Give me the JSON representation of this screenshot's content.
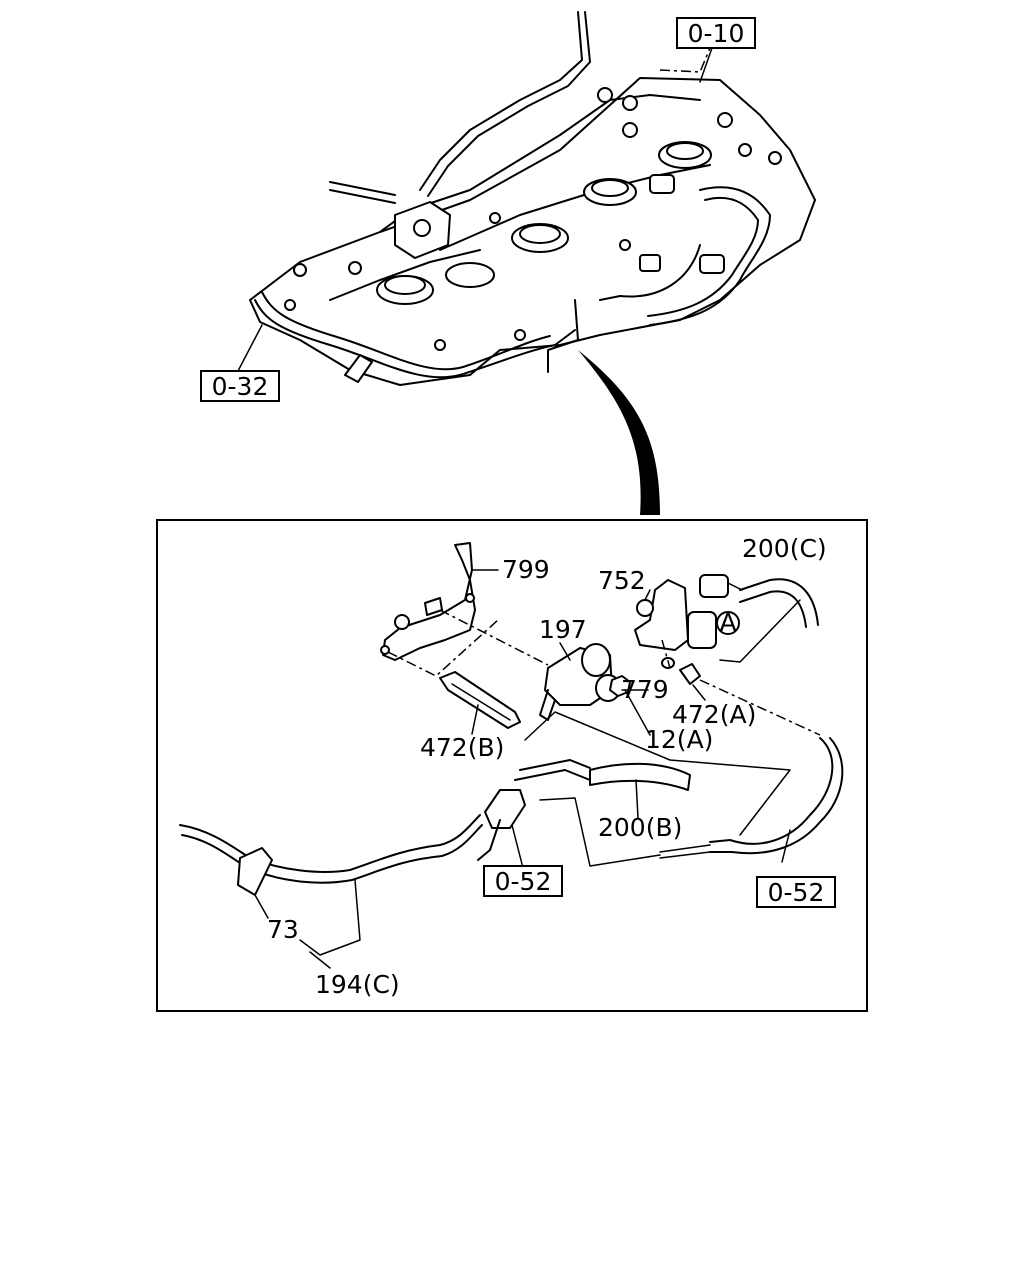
{
  "refs": {
    "r010": "0-10",
    "r032": "0-32",
    "r052a": "0-52",
    "r052b": "0-52"
  },
  "parts": {
    "p799": "799",
    "p752": "752",
    "p200c": "200(C)",
    "p197": "197",
    "p779": "779",
    "p472a": "472(A)",
    "p472b": "472(B)",
    "p12a": "12(A)",
    "p200b": "200(B)",
    "p73": "73",
    "p194c": "194(C)"
  },
  "markers": {
    "a": "A"
  }
}
